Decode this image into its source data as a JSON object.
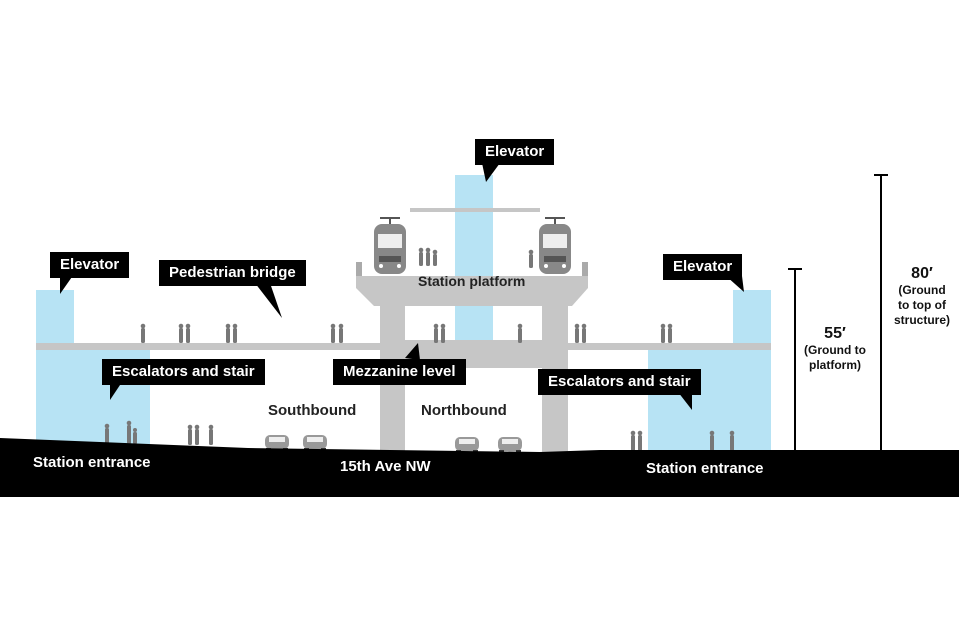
{
  "callouts": {
    "elevator_top": "Elevator",
    "elevator_left": "Elevator",
    "elevator_right": "Elevator",
    "pedestrian_bridge": "Pedestrian bridge",
    "escalators_left": "Escalators and stair",
    "escalators_right": "Escalators and stair",
    "mezzanine": "Mezzanine level"
  },
  "labels": {
    "station_platform": "Station platform",
    "southbound": "Southbound",
    "northbound": "Northbound",
    "station_entrance_left": "Station entrance",
    "station_entrance_right": "Station entrance",
    "street": "15th Ave NW"
  },
  "dimensions": {
    "platform_height": "55′",
    "platform_note_1": "(Ground to",
    "platform_note_2": "platform)",
    "structure_height": "80′",
    "structure_note_1": "(Ground",
    "structure_note_2": "to top of",
    "structure_note_3": "structure)"
  },
  "colors": {
    "elevator_glass": "#b7e3f4",
    "structure": "#c6c6c6",
    "ground": "#000000",
    "people": "#777777"
  }
}
